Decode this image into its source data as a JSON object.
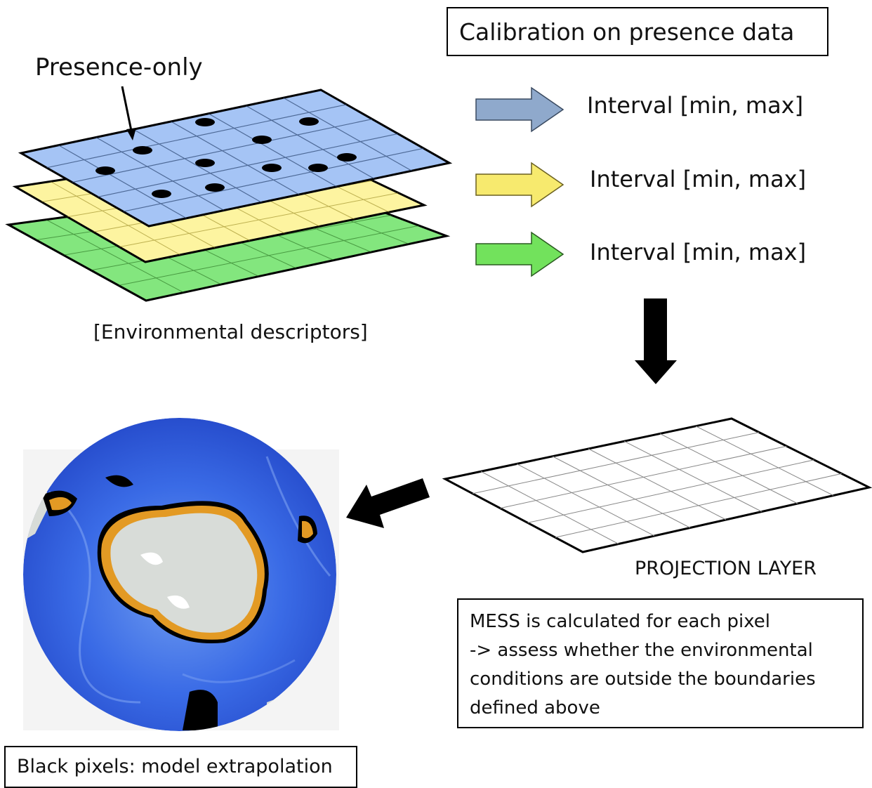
{
  "calibration_title": "Calibration on presence data",
  "presence_label": "Presence-only",
  "descriptors_label": "[Environmental descriptors]",
  "intervals": [
    {
      "label": "Interval [min, max]",
      "color": "#8fa9cc"
    },
    {
      "label": "Interval [min, max]",
      "color": "#f7ea6e"
    },
    {
      "label": "Interval [min, max]",
      "color": "#72e25c"
    }
  ],
  "layer_colors": {
    "blue": "#a5c4f5",
    "yellow": "#fdf4a0",
    "green": "#83e67e"
  },
  "projection_label": "PROJECTION LAYER",
  "mess_lines": [
    "MESS is calculated for each pixel",
    "-> assess whether the environmental",
    "conditions are outside the boundaries",
    "defined above"
  ],
  "legend_text": "Black pixels: model extrapolation",
  "ocean_color": "#2f5fe0",
  "continent_color": "#d8dcd8"
}
